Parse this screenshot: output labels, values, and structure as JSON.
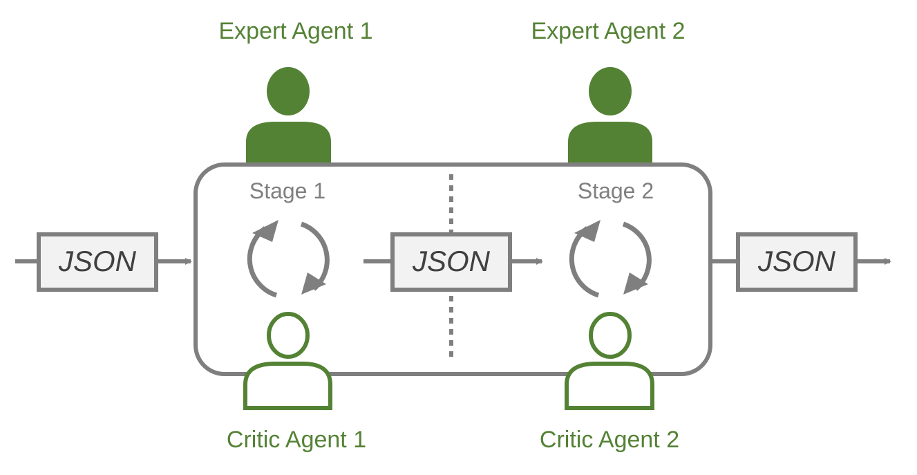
{
  "expert_agents": [
    {
      "label": "Expert Agent 1"
    },
    {
      "label": "Expert Agent 2"
    }
  ],
  "critic_agents": [
    {
      "label": "Critic Agent 1"
    },
    {
      "label": "Critic Agent 2"
    }
  ],
  "stages": [
    {
      "label": "Stage 1"
    },
    {
      "label": "Stage 2"
    }
  ],
  "json_boxes": [
    {
      "label": "JSON"
    },
    {
      "label": "JSON"
    },
    {
      "label": "JSON"
    }
  ],
  "icons": {
    "expert": "person-filled-icon",
    "critic": "person-outline-icon",
    "cycle": "cycle-arrows-icon"
  },
  "colors": {
    "agent_green": "#548235",
    "frame_gray": "#7f7f7f",
    "box_fill": "#f2f2f2"
  }
}
